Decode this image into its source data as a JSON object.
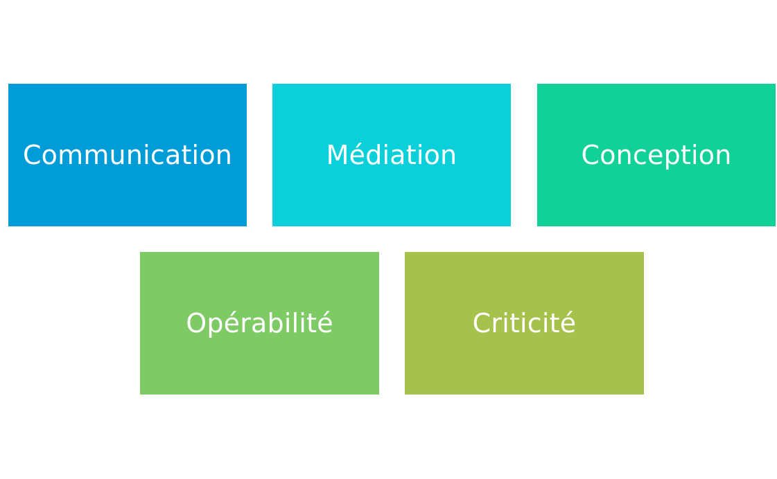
{
  "blocks": [
    {
      "label": "Communication",
      "color": "#009cd8"
    },
    {
      "label": "Médiation",
      "color": "#0bd0d9"
    },
    {
      "label": "Conception",
      "color": "#11d098"
    },
    {
      "label": "Opérabilité",
      "color": "#7ecb65"
    },
    {
      "label": "Criticité",
      "color": "#a6c24c"
    }
  ]
}
